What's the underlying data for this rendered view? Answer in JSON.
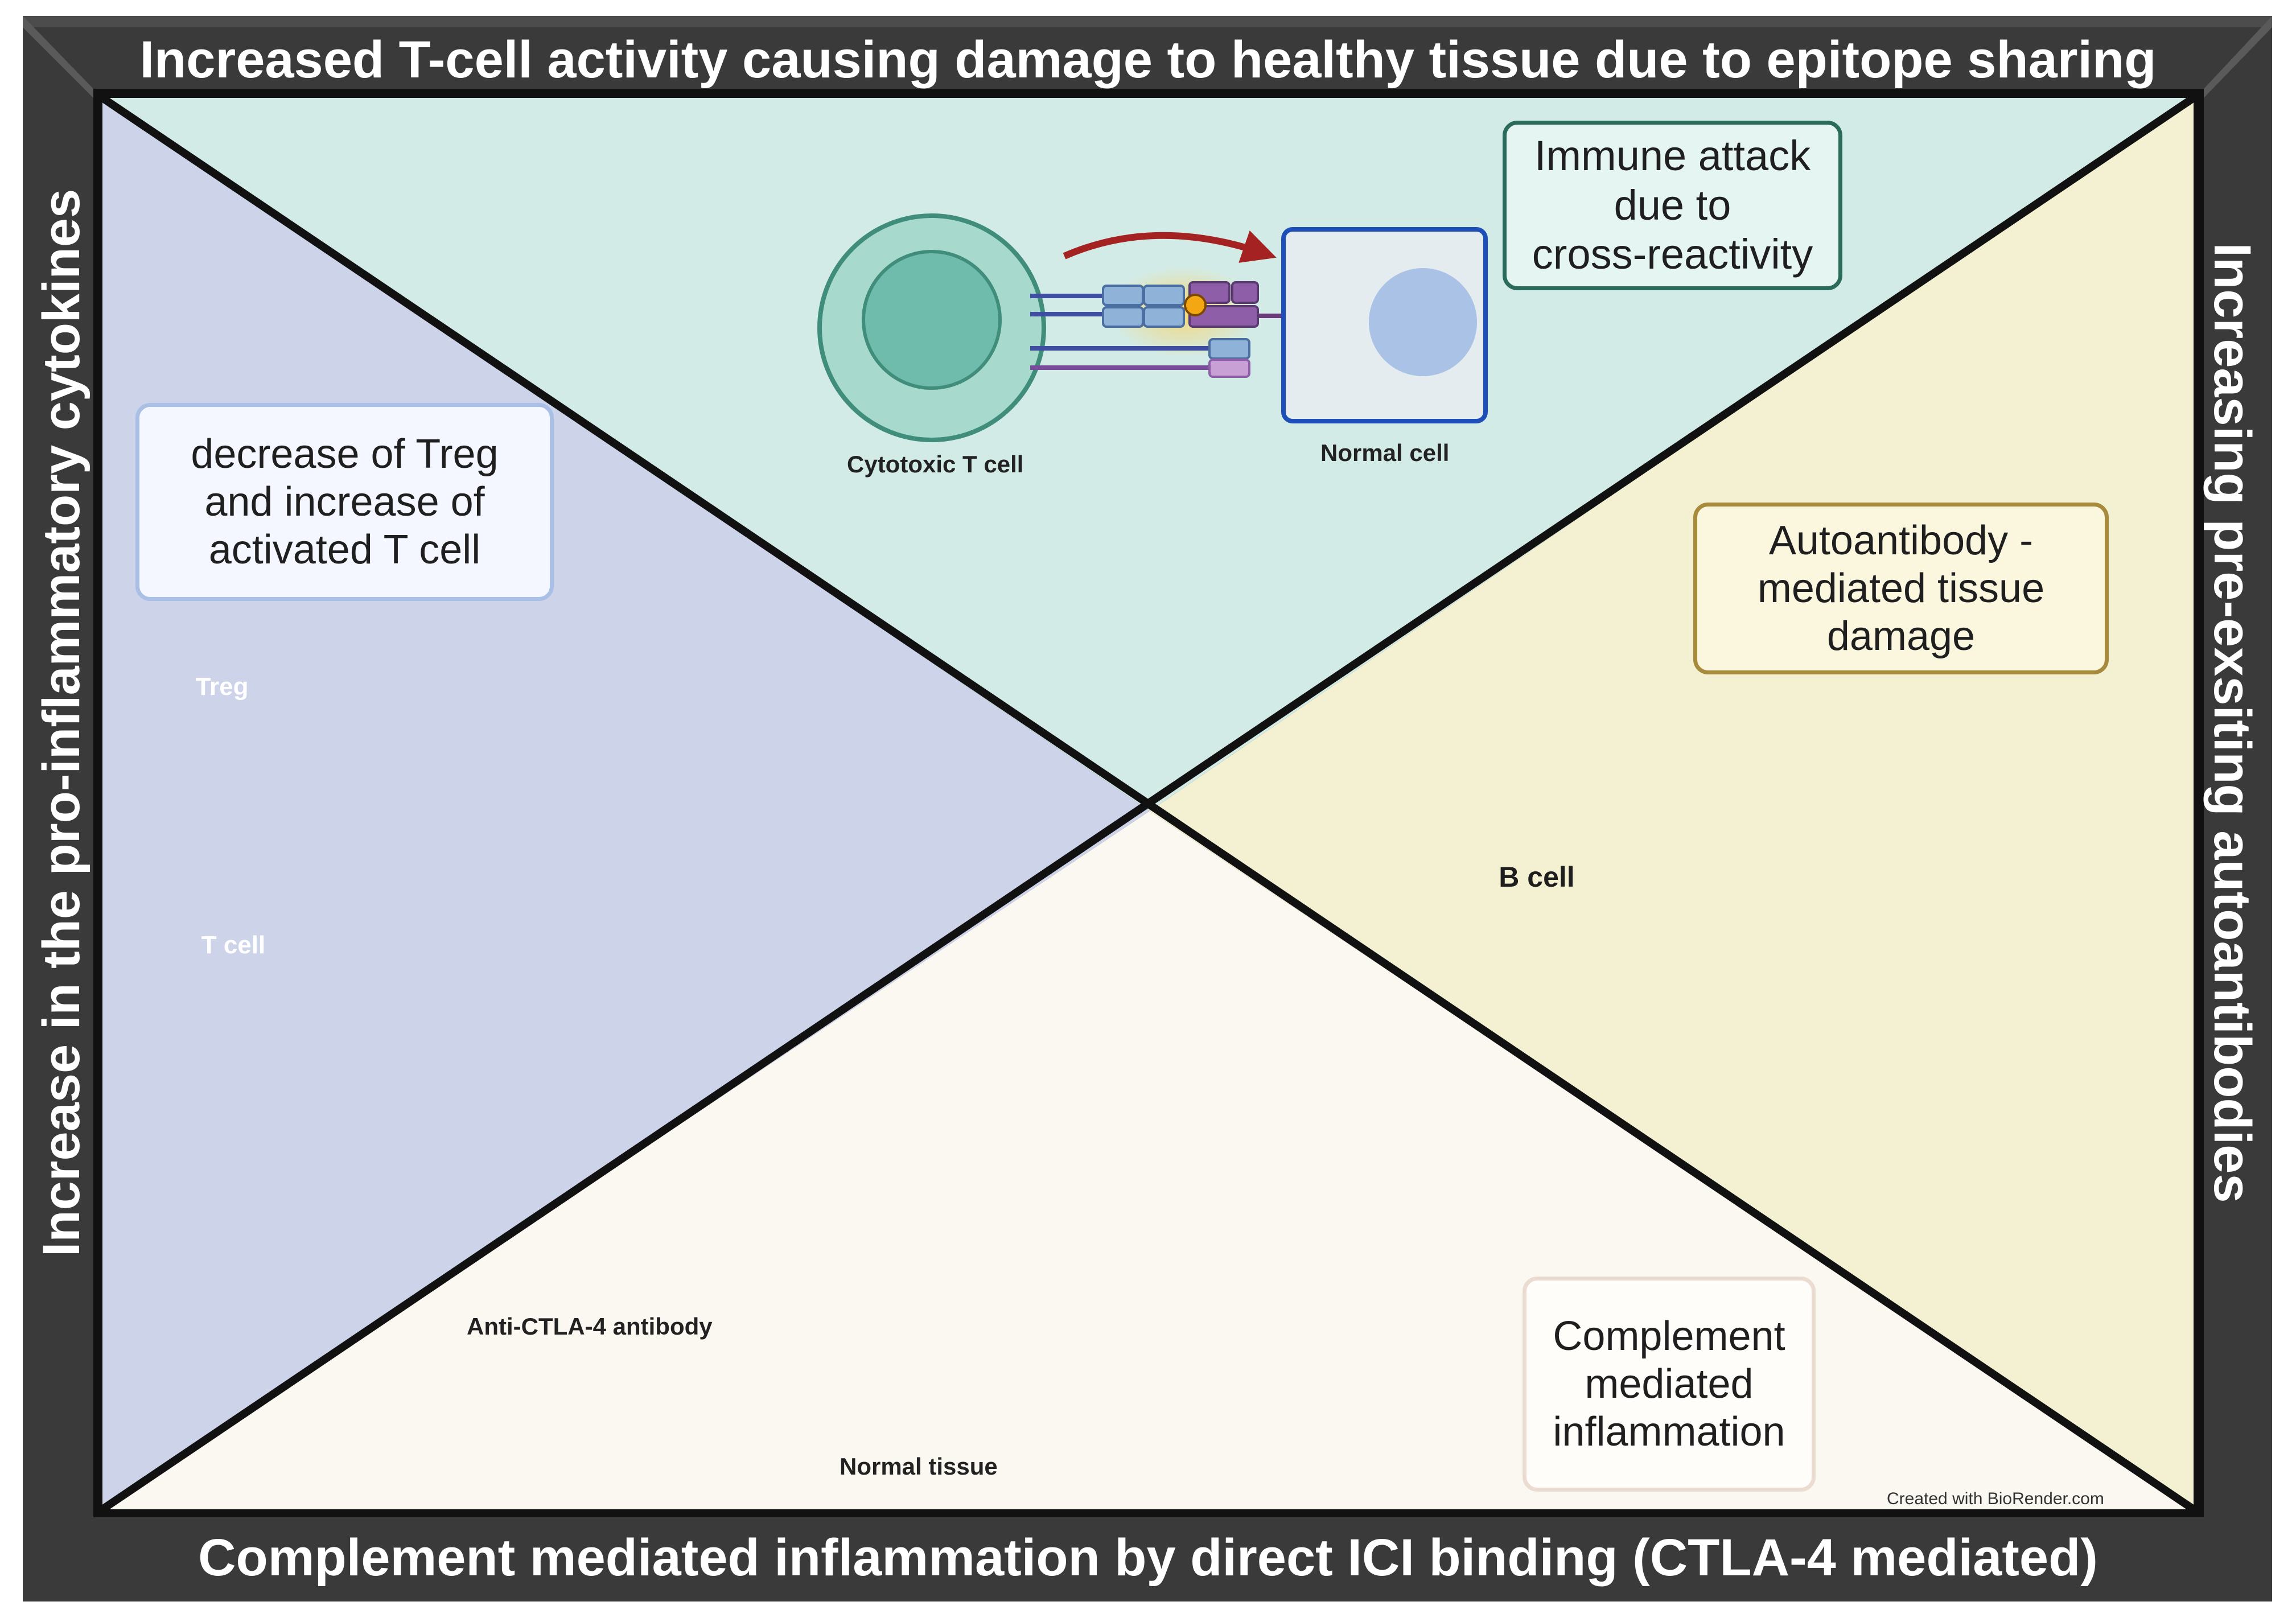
{
  "banners": {
    "top": "Increased T-cell activity causing damage to healthy tissue due to epitope sharing",
    "bottom": "Complement mediated inflammation by direct ICI binding (CTLA-4 mediated)",
    "left": "Increase in the pro-inflammatory cytokines",
    "right": "Increasing pre-exsiting autoantibodies"
  },
  "callouts": {
    "immune_attack": "Immune attack\ndue to\ncross-reactivity",
    "treg": "decrease of Treg\nand increase  of\nactivated T cell",
    "autoantibody": "Autoantibody -\nmediated tissue\ndamage",
    "complement": "Complement\nmediated\ninflammation"
  },
  "labels": {
    "cytotoxic_t_cell": "Cytotoxic T cell",
    "normal_cell": "Normal cell",
    "anti_ctla4": "Anti-CTLA-4 antibody",
    "normal_tissue": "Normal tissue",
    "treg": "Treg",
    "t_cell": "T cell",
    "b_cell": "B cell"
  },
  "credit": "Created with BioRender.com",
  "colors": {
    "frame": "#3a3a3a",
    "top_panel": "#d3ebe6",
    "left_panel": "#cdd3e8",
    "right_panel": "#f4f1d3",
    "bottom_panel": "#fbf8f1",
    "tumor": "#e98c8c",
    "antibody": "#b5651d",
    "cytokine": "#1e8fc2"
  }
}
